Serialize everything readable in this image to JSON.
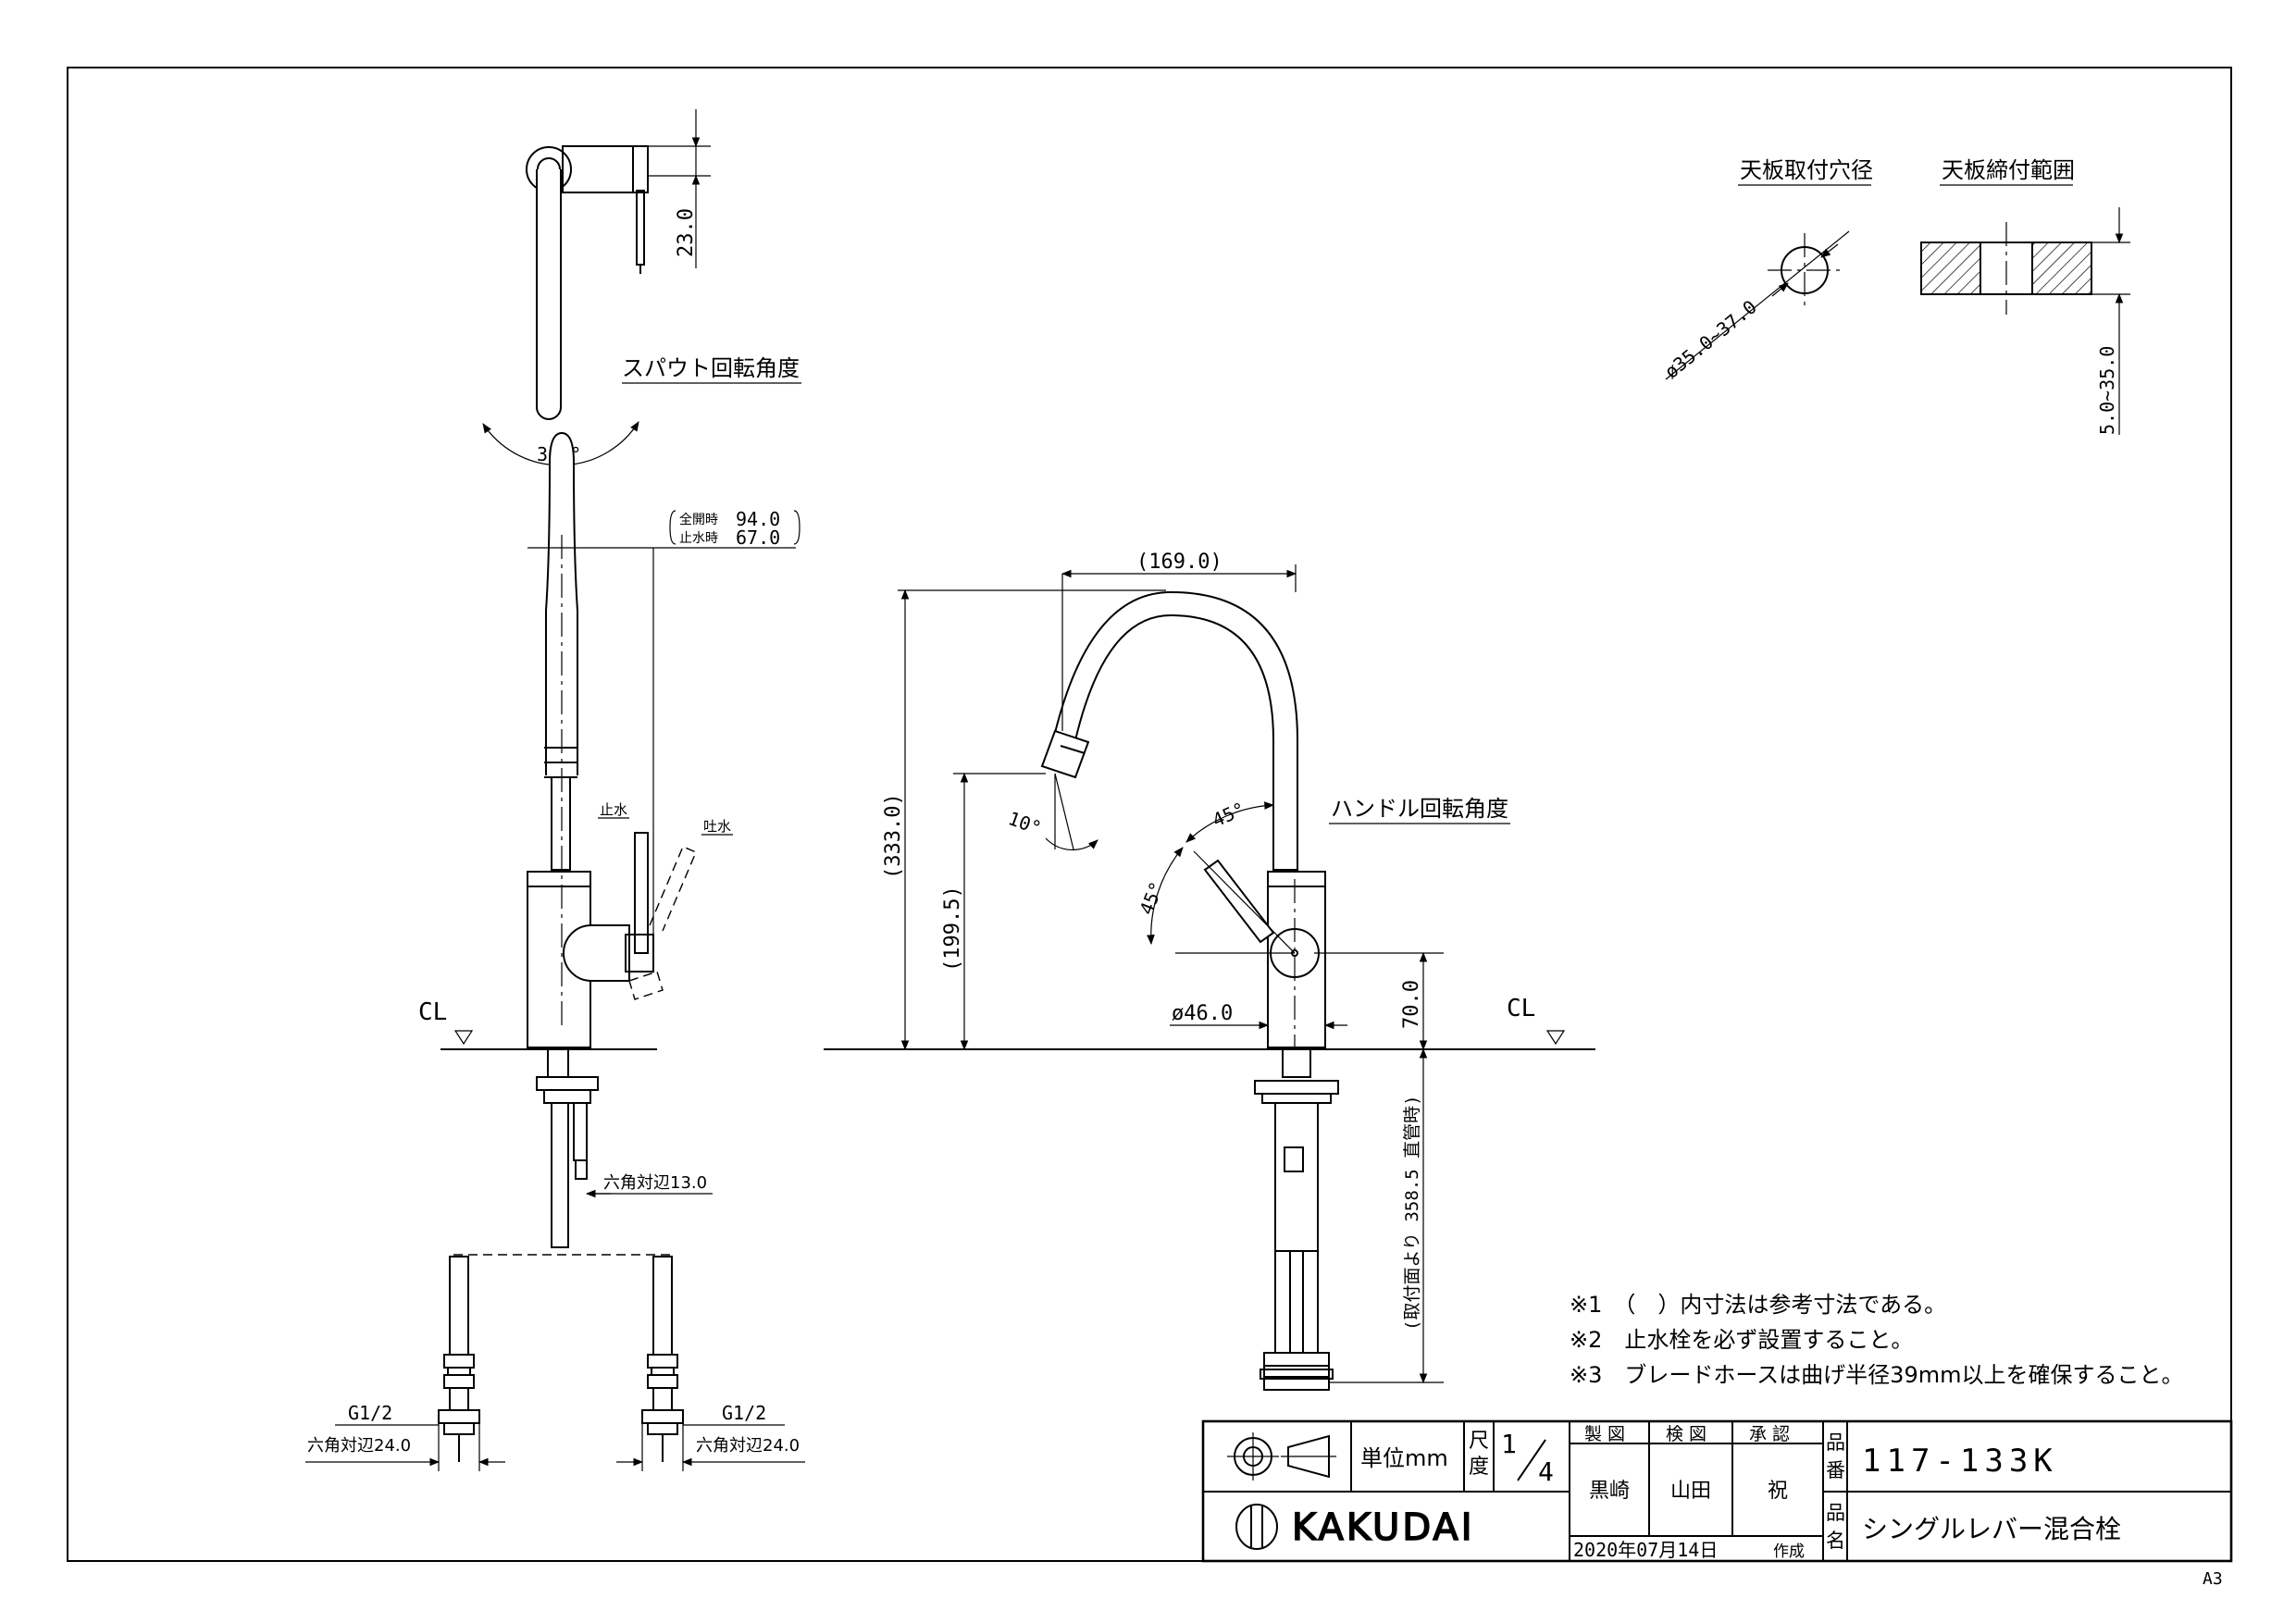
{
  "top_view": {
    "dim_23": "23.0",
    "spout_rotation_label": "スパウト回転角度",
    "angle_360": "360°"
  },
  "side_view": {
    "full_open_label": "全開時",
    "full_open_value": "94.0",
    "stop_label": "止水時",
    "stop_value": "67.0",
    "stop_water": "止水",
    "discharge": "吐水",
    "cl": "CL",
    "hex_13": "六角対辺13.0"
  },
  "front_view": {
    "dim_169": "(169.0)",
    "dim_333": "(333.0)",
    "dim_199": "(199.5)",
    "angle_10": "10°",
    "angle_45a": "45°",
    "angle_45b": "45°",
    "handle_rotation_label": "ハンドル回転角度",
    "dia_46": "ø46.0",
    "dim_70": "70.0",
    "dim_358": "(取付面より 358.5 直管時)",
    "cl": "CL"
  },
  "hoses": {
    "g_left": "G1/2",
    "hex_left": "六角対辺24.0",
    "g_right": "G1/2",
    "hex_right": "六角対辺24.0"
  },
  "mounting": {
    "hole_label": "天板取付穴径",
    "hole_dia": "ø35.0~37.0",
    "range_label": "天板締付範囲",
    "range_value": "5.0~35.0"
  },
  "notes": [
    "※1　（　）内寸法は参考寸法である。",
    "※2　止水栓を必ず設置すること。",
    "※3　ブレードホースは曲げ半径39mm以上を確保すること。"
  ],
  "title_block": {
    "unit": "単位mm",
    "scale_label_1": "尺",
    "scale_label_2": "度",
    "scale_num": "1",
    "scale_den": "4",
    "drawn": "製 図",
    "checked": "検 図",
    "approved": "承 認",
    "drawn_name": "黒崎",
    "checked_name": "山田",
    "approved_name": "祝",
    "part_no_label_1": "品",
    "part_no_label_2": "番",
    "part_no": "117-133K",
    "part_name_label_1": "品",
    "part_name_label_2": "名",
    "part_name": "シングルレバー混合栓",
    "brand": "KAKUDAI",
    "date": "2020年07月14日",
    "made": "作成"
  },
  "sheet_size": "A3"
}
